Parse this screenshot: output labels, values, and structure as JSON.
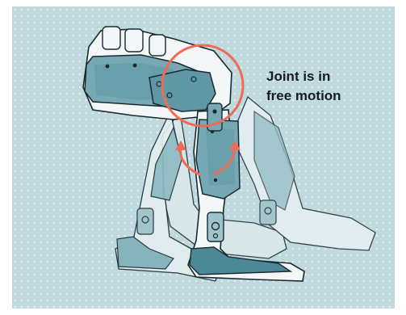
{
  "annotation": {
    "line1": "Joint is in",
    "line2": "free motion"
  },
  "colors": {
    "panel_background": "#bfd9de",
    "shell_fill": "#f4f7f8",
    "pad_fill": "#76a9b3",
    "pad_dark": "#4c8895",
    "outline": "#1a2a30",
    "highlight_ring": "#ef6b55",
    "motion_arrows": "#ef6b55",
    "ghost_fill": "#dbe9ec"
  },
  "icons": [
    "knee-joint-highlight-circle",
    "motion-arrow-left",
    "motion-arrow-right"
  ]
}
